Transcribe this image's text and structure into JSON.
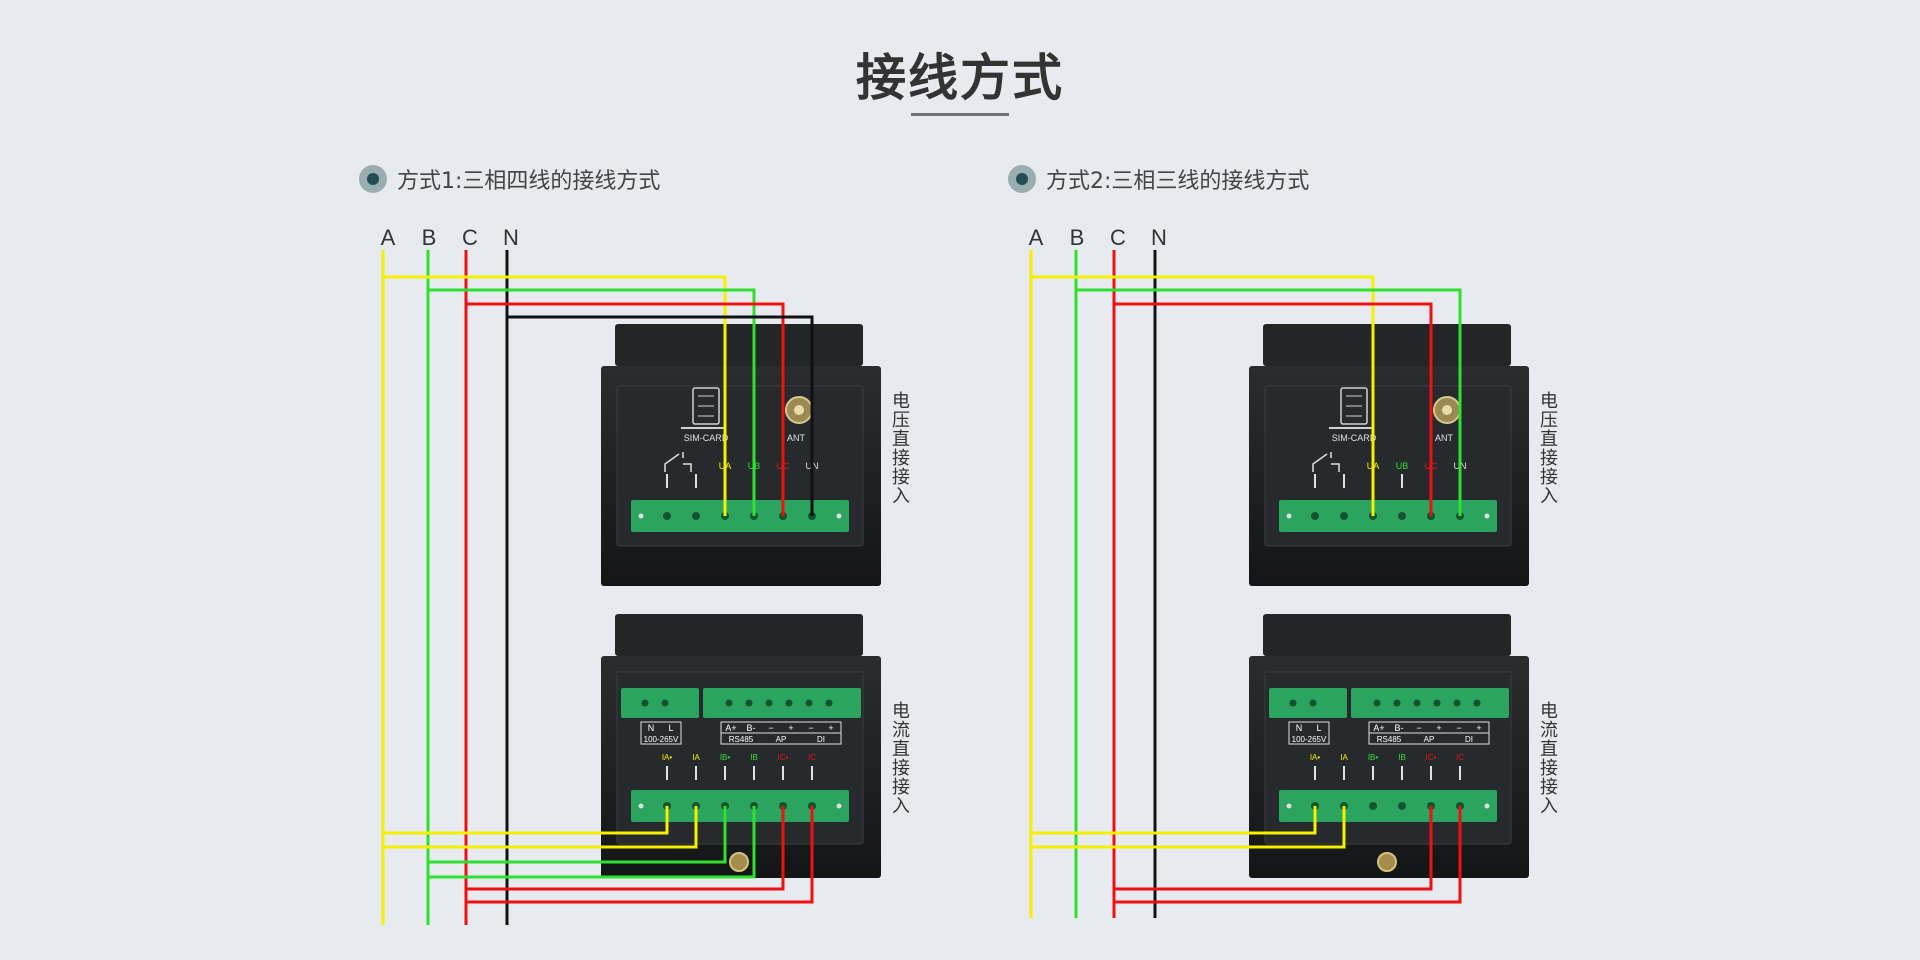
{
  "title": "接线方式",
  "methods": [
    {
      "label": "方式1:三相四线的接线方式",
      "phases": [
        "A",
        "B",
        "C",
        "N"
      ],
      "voltage_side_label": "电压直接接入",
      "current_side_label": "电流直接接入"
    },
    {
      "label": "方式2:三相三线的接线方式",
      "phases": [
        "A",
        "B",
        "C",
        "N"
      ],
      "voltage_side_label": "电压直接接入",
      "current_side_label": "电流直接接入"
    }
  ],
  "voltage_module": {
    "sim_label": "SIM-CARD",
    "ant_label": "ANT",
    "terminals": [
      "UA",
      "UB",
      "UC",
      "UN"
    ]
  },
  "current_module": {
    "power_labels": [
      "N",
      "L"
    ],
    "power_range": "100-265V",
    "comm_labels": [
      "A+",
      "B-",
      "−",
      "+",
      "−",
      "+"
    ],
    "comm_groups": [
      "RS485",
      "AP",
      "DI"
    ],
    "terminals": [
      "IA•",
      "IA",
      "IB•",
      "IB",
      "IC•",
      "IC"
    ]
  },
  "colors": {
    "A": "#f4f000",
    "B": "#2fe02f",
    "C": "#ee1111",
    "N": "#111111",
    "terminal_green": "#2aa45e",
    "device_body": "#1b1d1f"
  }
}
